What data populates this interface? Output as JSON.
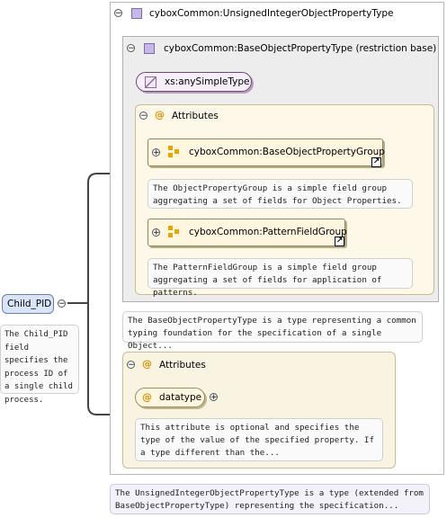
{
  "element": {
    "name": "Child_PID",
    "doc": "The Child_PID field specifies the process ID of a single child process."
  },
  "outer_type": {
    "name": "cyboxCommon:UnsignedIntegerObjectPropertyType"
  },
  "base_type": {
    "name": "cyboxCommon:BaseObjectPropertyType (restriction base)"
  },
  "simple_type": {
    "name": "xs:anySimpleType"
  },
  "inner_attributes": {
    "label": "Attributes",
    "groups": [
      {
        "name": "cyboxCommon:BaseObjectPropertyGroup",
        "doc": "The ObjectPropertyGroup is a simple field group aggregating a set of fields for Object Properties."
      },
      {
        "name": "cyboxCommon:PatternFieldGroup",
        "doc": "The PatternFieldGroup is a simple field group aggregating a set of fields for application of patterns."
      }
    ]
  },
  "base_type_doc": "The BaseObjectPropertyType is a type representing a common typing foundation for the specification of a single Object...",
  "outer_attributes": {
    "label": "Attributes",
    "attribute": {
      "name": "datatype",
      "doc": "This attribute is optional and specifies the type of the value of the specified property. If a type different than the..."
    }
  },
  "outer_type_doc": "The UnsignedIntegerObjectPropertyType is a type (extended from BaseObjectPropertyType) representing the specification...",
  "icons": [
    "minus-toggle-icon",
    "plus-toggle-icon",
    "complex-type-icon",
    "simple-type-icon",
    "attribute-icon",
    "attribute-group-icon",
    "shortcut-arrow-icon"
  ]
}
